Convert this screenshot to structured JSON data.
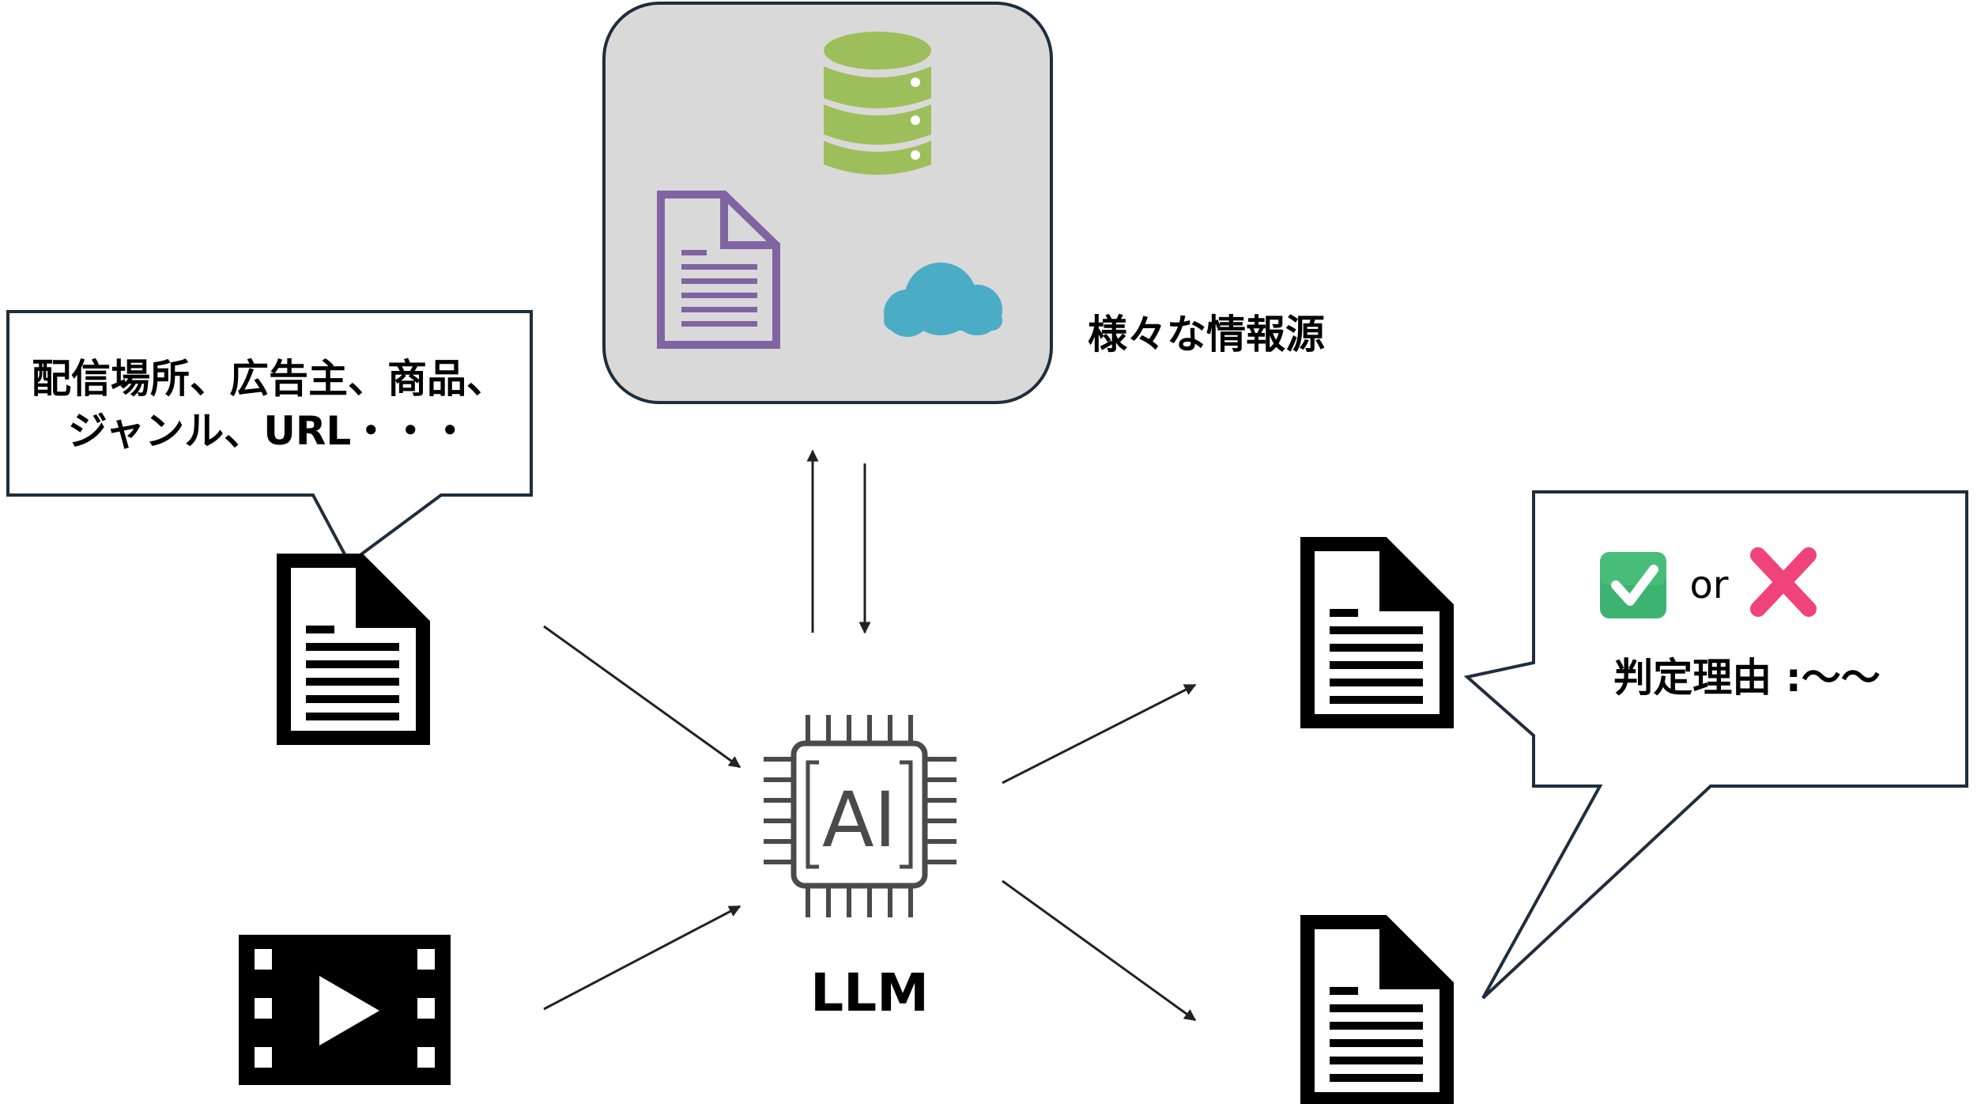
{
  "sources": {
    "label": "様々な情報源",
    "colors": {
      "panel_fill": "#d9d9d9",
      "panel_stroke": "#1f2d3d",
      "database": "#9dbf5b",
      "document": "#8064a2",
      "cloud": "#4bacc6"
    }
  },
  "input_callout": {
    "line1": "配信場所、広告主、商品、",
    "line2": "ジャンル、URL・・・"
  },
  "llm": {
    "chip_text": "AI",
    "label": "LLM"
  },
  "result_callout": {
    "or_text": "or",
    "reason_text": "判定理由 :〜〜",
    "colors": {
      "check": "#3cb371",
      "cross": "#f0437a"
    }
  },
  "icons": {
    "database": "database-icon",
    "source_document": "document-icon",
    "cloud": "cloud-icon",
    "input_document": "document-icon",
    "video": "film-play-icon",
    "ai_chip": "ai-chip-icon",
    "output_document_top": "document-icon",
    "output_document_bottom": "document-icon",
    "check": "check-mark-icon",
    "cross": "cross-mark-icon"
  }
}
